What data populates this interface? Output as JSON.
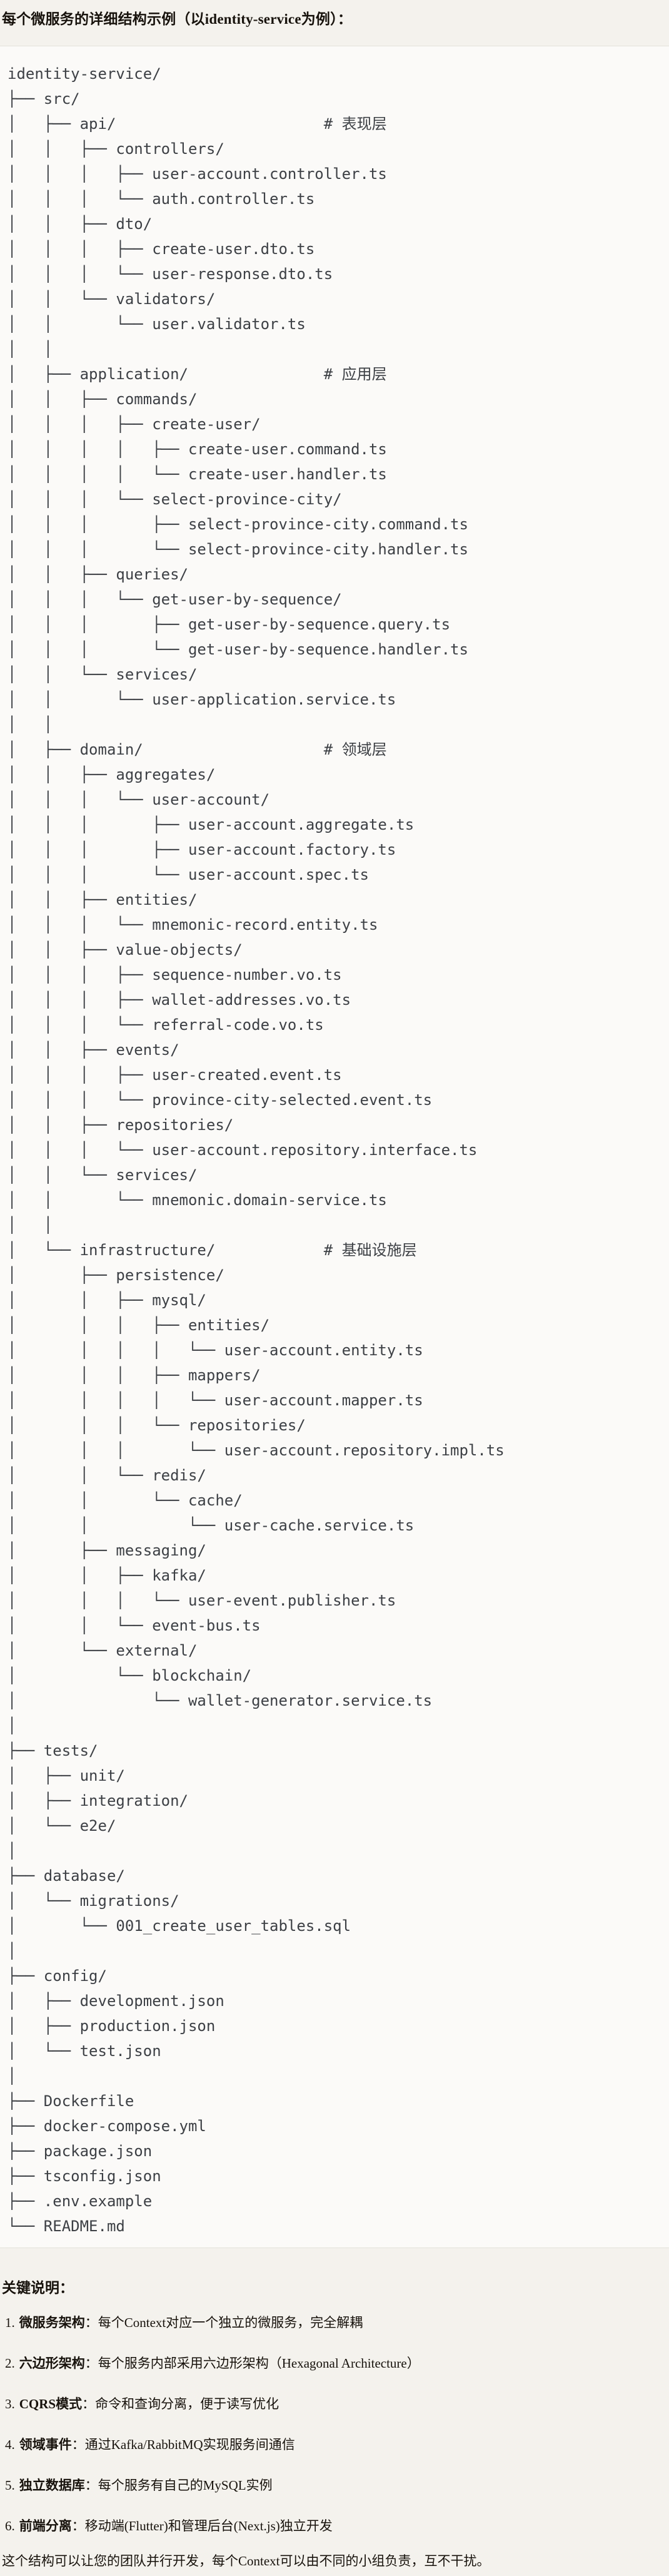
{
  "title": "每个微服务的详细结构示例（以identity-service为例）：",
  "colors": {
    "page_background": "#f4f2ed",
    "code_background": "#fbfaf8",
    "code_border": "#e3e1da",
    "tree_text": "#3d4045"
  },
  "tree": {
    "lines": [
      "identity-service/",
      "├── src/",
      "│   ├── api/                       # 表现层",
      "│   │   ├── controllers/",
      "│   │   │   ├── user-account.controller.ts",
      "│   │   │   └── auth.controller.ts",
      "│   │   ├── dto/",
      "│   │   │   ├── create-user.dto.ts",
      "│   │   │   └── user-response.dto.ts",
      "│   │   └── validators/",
      "│   │       └── user.validator.ts",
      "│   │",
      "│   ├── application/               # 应用层",
      "│   │   ├── commands/",
      "│   │   │   ├── create-user/",
      "│   │   │   │   ├── create-user.command.ts",
      "│   │   │   │   └── create-user.handler.ts",
      "│   │   │   └── select-province-city/",
      "│   │   │       ├── select-province-city.command.ts",
      "│   │   │       └── select-province-city.handler.ts",
      "│   │   ├── queries/",
      "│   │   │   └── get-user-by-sequence/",
      "│   │   │       ├── get-user-by-sequence.query.ts",
      "│   │   │       └── get-user-by-sequence.handler.ts",
      "│   │   └── services/",
      "│   │       └── user-application.service.ts",
      "│   │",
      "│   ├── domain/                    # 领域层",
      "│   │   ├── aggregates/",
      "│   │   │   └── user-account/",
      "│   │   │       ├── user-account.aggregate.ts",
      "│   │   │       ├── user-account.factory.ts",
      "│   │   │       └── user-account.spec.ts",
      "│   │   ├── entities/",
      "│   │   │   └── mnemonic-record.entity.ts",
      "│   │   ├── value-objects/",
      "│   │   │   ├── sequence-number.vo.ts",
      "│   │   │   ├── wallet-addresses.vo.ts",
      "│   │   │   └── referral-code.vo.ts",
      "│   │   ├── events/",
      "│   │   │   ├── user-created.event.ts",
      "│   │   │   └── province-city-selected.event.ts",
      "│   │   ├── repositories/",
      "│   │   │   └── user-account.repository.interface.ts",
      "│   │   └── services/",
      "│   │       └── mnemonic.domain-service.ts",
      "│   │",
      "│   └── infrastructure/            # 基础设施层",
      "│       ├── persistence/",
      "│       │   ├── mysql/",
      "│       │   │   ├── entities/",
      "│       │   │   │   └── user-account.entity.ts",
      "│       │   │   ├── mappers/",
      "│       │   │   │   └── user-account.mapper.ts",
      "│       │   │   └── repositories/",
      "│       │   │       └── user-account.repository.impl.ts",
      "│       │   └── redis/",
      "│       │       └── cache/",
      "│       │           └── user-cache.service.ts",
      "│       ├── messaging/",
      "│       │   ├── kafka/",
      "│       │   │   └── user-event.publisher.ts",
      "│       │   └── event-bus.ts",
      "│       └── external/",
      "│           └── blockchain/",
      "│               └── wallet-generator.service.ts",
      "│",
      "├── tests/",
      "│   ├── unit/",
      "│   ├── integration/",
      "│   └── e2e/",
      "│",
      "├── database/",
      "│   └── migrations/",
      "│       └── 001_create_user_tables.sql",
      "│",
      "├── config/",
      "│   ├── development.json",
      "│   ├── production.json",
      "│   └── test.json",
      "│",
      "├── Dockerfile",
      "├── docker-compose.yml",
      "├── package.json",
      "├── tsconfig.json",
      "├── .env.example",
      "└── README.md"
    ]
  },
  "notes": {
    "heading": "关键说明：",
    "colon": "：",
    "items": [
      {
        "num": "1.",
        "label": "微服务架构",
        "text": "每个Context对应一个独立的微服务，完全解耦"
      },
      {
        "num": "2.",
        "label": "六边形架构",
        "text": "每个服务内部采用六边形架构（Hexagonal Architecture）"
      },
      {
        "num": "3.",
        "label": "CQRS模式",
        "text": "命令和查询分离，便于读写优化"
      },
      {
        "num": "4.",
        "label": "领域事件",
        "text": "通过Kafka/RabbitMQ实现服务间通信"
      },
      {
        "num": "5.",
        "label": "独立数据库",
        "text": "每个服务有自己的MySQL实例"
      },
      {
        "num": "6.",
        "label": "前端分离",
        "text": "移动端(Flutter)和管理后台(Next.js)独立开发"
      }
    ],
    "footer": "这个结构可以让您的团队并行开发，每个Context可以由不同的小组负责，互不干扰。"
  }
}
